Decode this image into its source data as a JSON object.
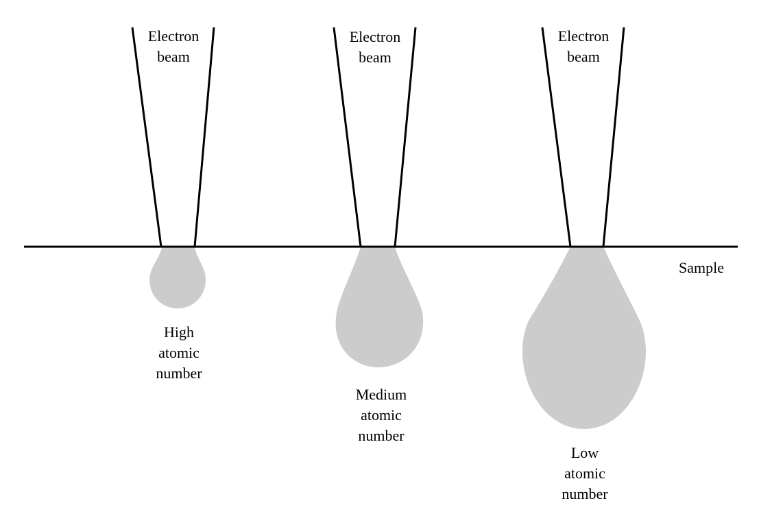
{
  "diagram": {
    "colors": {
      "line": "#000000",
      "interaction_volume": "#cccccc",
      "background": "#ffffff"
    },
    "sample_label": "Sample",
    "beams": [
      {
        "label_line1": "Electron",
        "label_line2": "beam",
        "volume_label_line1": "High",
        "volume_label_line2": "atomic",
        "volume_label_line3": "number"
      },
      {
        "label_line1": "Electron",
        "label_line2": "beam",
        "volume_label_line1": "Medium",
        "volume_label_line2": "atomic",
        "volume_label_line3": "number"
      },
      {
        "label_line1": "Electron",
        "label_line2": "beam",
        "volume_label_line1": "Low",
        "volume_label_line2": "atomic",
        "volume_label_line3": "number"
      }
    ]
  }
}
